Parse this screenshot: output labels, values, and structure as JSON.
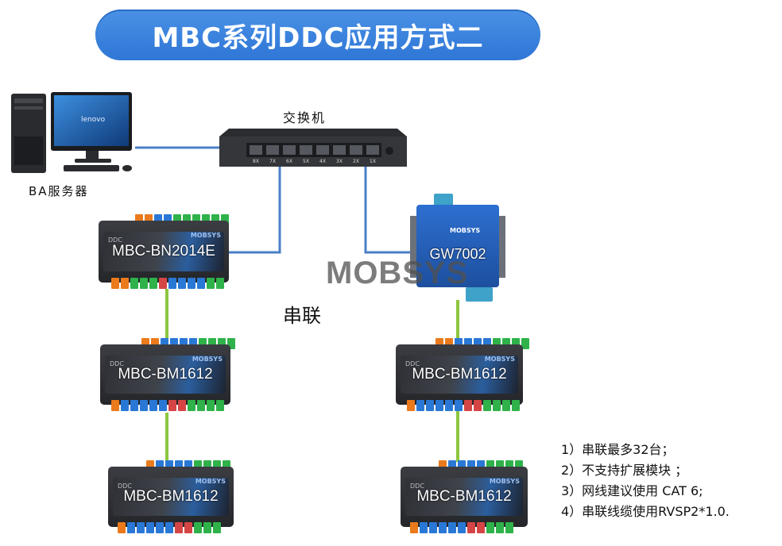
{
  "title": "MBC系列DDC应用方式二",
  "switch_label": "交换机",
  "server_label": "BA服务器",
  "serial_label": "串联",
  "watermark": "MOBSYS",
  "devices": {
    "controller_main": "MBC-BN2014E",
    "gateway": "GW7002",
    "left_module_1": "MBC-BM1612",
    "left_module_2": "MBC-BM1612",
    "right_module_1": "MBC-BM1612",
    "right_module_2": "MBC-BM1612"
  },
  "device_brand": "MOBSYS",
  "device_small_label": "DDC",
  "switch_port_labels": [
    "8X",
    "7X",
    "6X",
    "5X",
    "4X",
    "3X",
    "2X",
    "1X"
  ],
  "monitor_brand": "lenovo",
  "notes": [
    "1）串联最多32台；",
    "2）不支持扩展模块 ；",
    "3）网线建议使用 CAT 6;",
    "4）串联线缆使用RVSP2*1.0."
  ],
  "colors": {
    "title_bg": "#3a86e0",
    "ethernet_line": "#4a7fc8",
    "serial_line": "#8cc63f"
  }
}
